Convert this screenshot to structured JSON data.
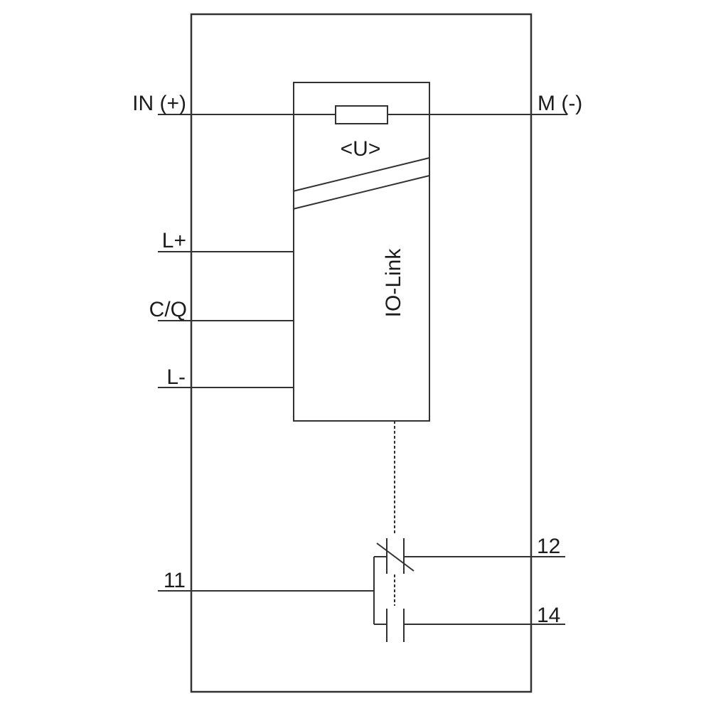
{
  "colors": {
    "stroke": "#323232",
    "text": "#1c1c1c",
    "background": "#ffffff"
  },
  "diagram": {
    "terminals": {
      "in_plus": "IN (+)",
      "m_minus": "M (-)",
      "l_plus": "L+",
      "c_q": "C/Q",
      "l_minus": "L-",
      "relay_common": "11",
      "relay_nc": "12",
      "relay_no": "14"
    },
    "blocks": {
      "voltage_monitor": "<U>",
      "interface": "IO-Link"
    }
  }
}
